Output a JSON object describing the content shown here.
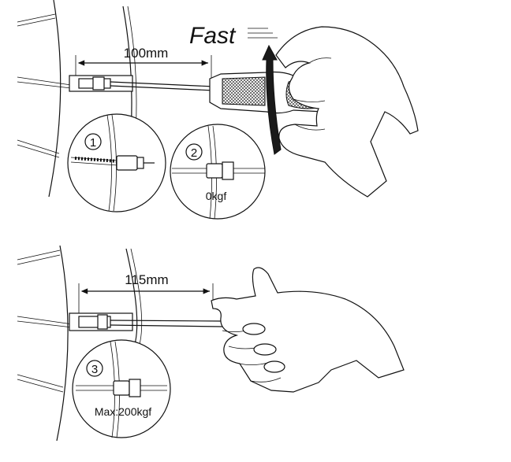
{
  "top": {
    "speed_label": "Fast",
    "dimension": "100mm",
    "step1_number": "1",
    "step2_number": "2",
    "step2_reading": "0kgf"
  },
  "bottom": {
    "dimension": "115mm",
    "step3_number": "3",
    "step3_reading": "Max:200kgf"
  }
}
